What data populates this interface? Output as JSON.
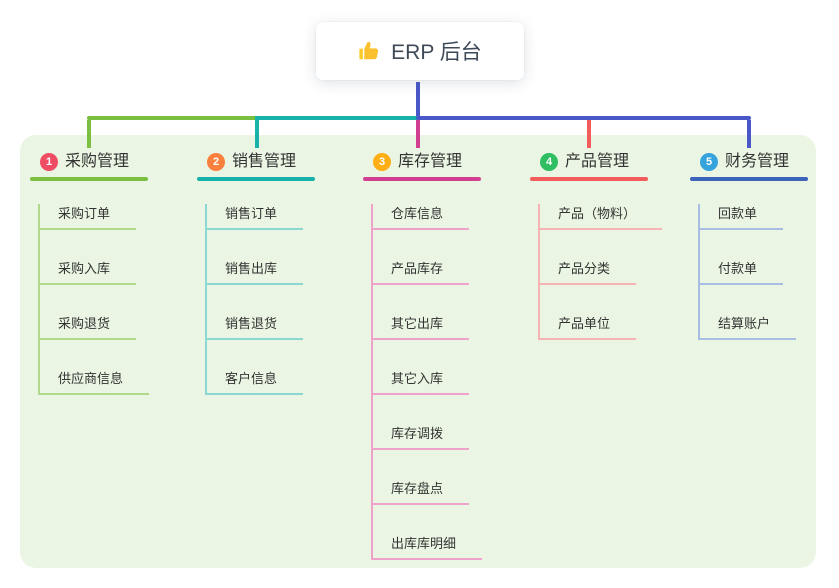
{
  "root": {
    "title": "ERP 后台",
    "icon": "thumbs-up-icon"
  },
  "colors": {
    "trunk_blue": "#4a57c8",
    "panel_green": "#eaf6e3",
    "card_bg": "#ffffff",
    "text_dark": "#333333",
    "root_text": "#3e4a57",
    "thumb_yellow": "#fbc02d"
  },
  "branches": [
    {
      "num": "1",
      "label": "采购管理",
      "badge_color": "#ef4d64",
      "line_color": "#7abf3f",
      "light_color": "#b2d88b",
      "children": [
        "采购订单",
        "采购入库",
        "采购退货",
        "供应商信息"
      ]
    },
    {
      "num": "2",
      "label": "销售管理",
      "badge_color": "#f9813d",
      "line_color": "#17b3ab",
      "light_color": "#8ad8d1",
      "children": [
        "销售订单",
        "销售出库",
        "销售退货",
        "客户信息"
      ]
    },
    {
      "num": "3",
      "label": "库存管理",
      "badge_color": "#ffae13",
      "line_color": "#d23f90",
      "light_color": "#efa2ca",
      "children": [
        "仓库信息",
        "产品库存",
        "其它出库",
        "其它入库",
        "库存调拨",
        "库存盘点",
        "出库库明细"
      ]
    },
    {
      "num": "4",
      "label": "产品管理",
      "badge_color": "#2fbe62",
      "line_color": "#f25c5c",
      "light_color": "#f6b3b3",
      "children": [
        "产品（物料）",
        "产品分类",
        "产品单位"
      ]
    },
    {
      "num": "5",
      "label": "财务管理",
      "badge_color": "#35a3dc",
      "line_color": "#3c64bb",
      "light_color": "#a9bde4",
      "children": [
        "回款单",
        "付款单",
        "结算账户"
      ]
    }
  ]
}
